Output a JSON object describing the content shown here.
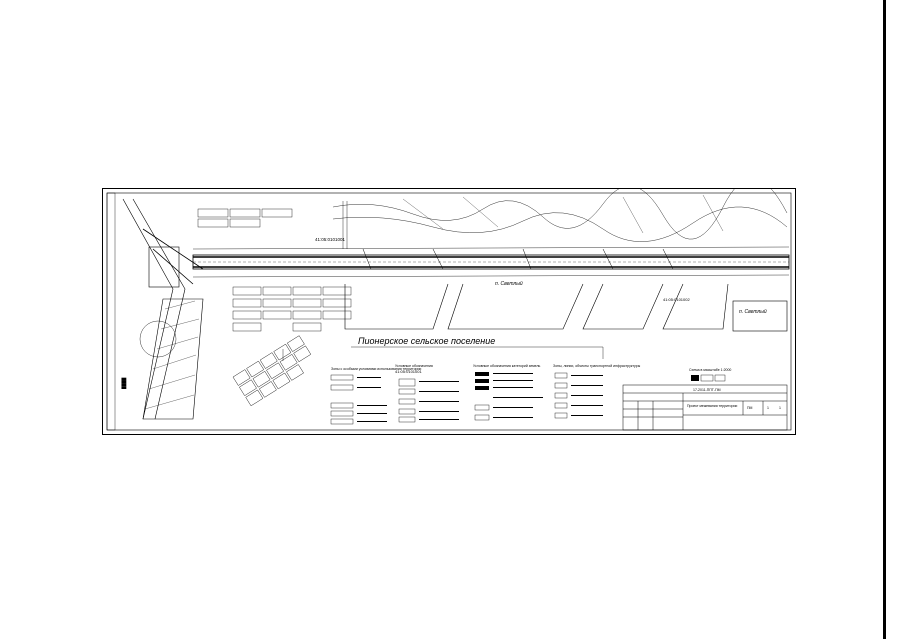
{
  "page": {
    "background": "#ffffff",
    "ink": "#000000"
  },
  "drawing": {
    "settlement_label": "Пионерское сельское поселение",
    "road_label": "п. Светлый",
    "corner_label": "п. Светлый",
    "cadastral_top": "41:05:0101001",
    "cadastral_right": "41:05:0101002",
    "cadastral_legend": "41:05:0101001",
    "legend_columns": [
      {
        "heading": "Зоны с особыми условиями использования территории"
      },
      {
        "heading": "Условные обозначения"
      },
      {
        "heading": "Условные обозначения категорий земель"
      },
      {
        "heading": "Зоны, линии, объекты транспортной инфраструктуры"
      }
    ],
    "title_block": {
      "code": "17-2011-ППТ-ПМ",
      "project": "Проект межевания территории",
      "stage": "ПМ",
      "sheet": "1",
      "sheets": "1"
    },
    "scale_note": "Схема в масштабе 1:2000"
  }
}
